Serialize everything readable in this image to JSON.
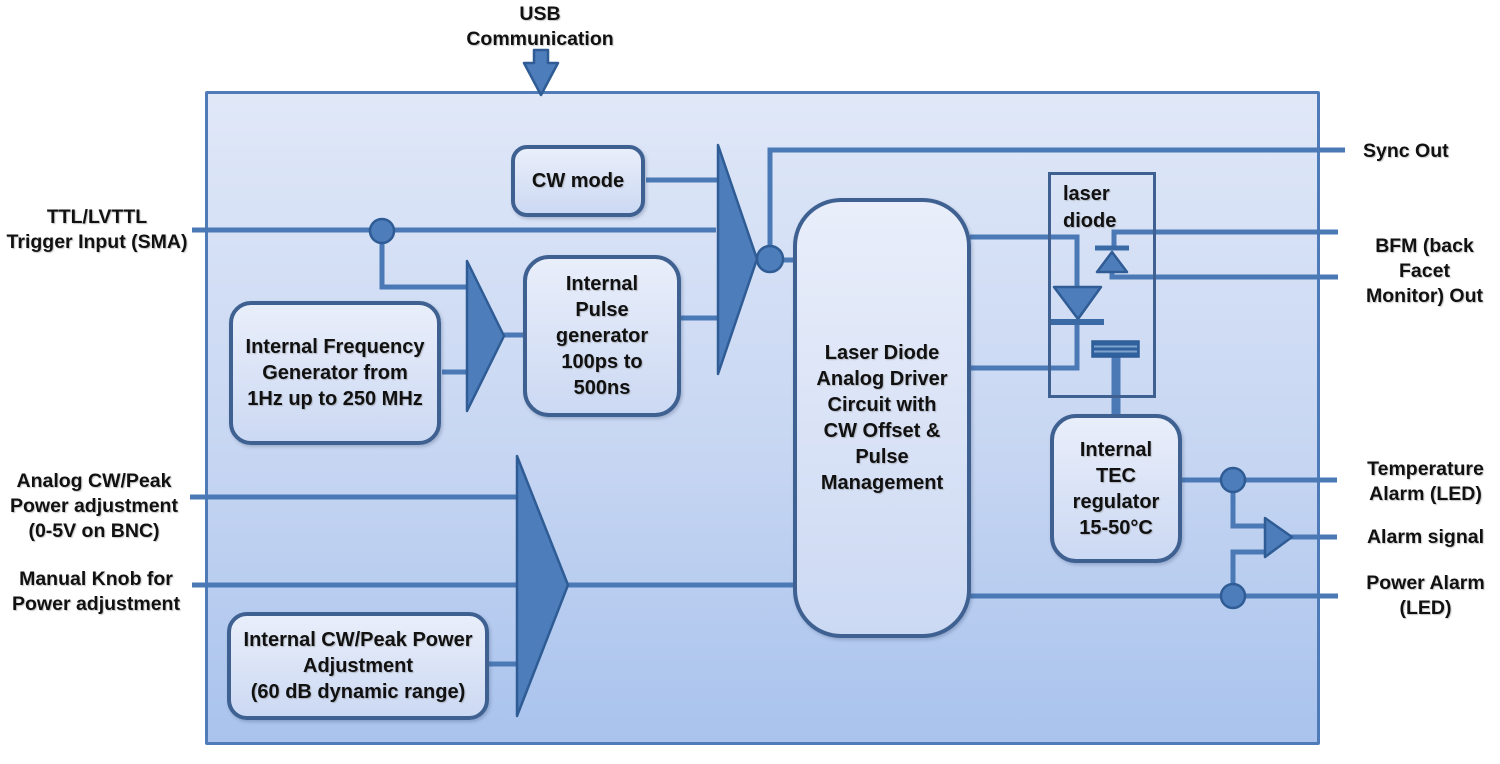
{
  "colors": {
    "wire": "#4a79b6",
    "shape_fill": "#4d7dba",
    "shape_border": "#2f5c95",
    "block_border": "#3e6191",
    "block_fill_top": "#e9eefa",
    "block_fill_bottom": "#ccd9f3",
    "panel_fill_top": "#e0e8f8",
    "panel_fill_bottom": "#a9c3ed",
    "panel_border": "#4f7cb8",
    "text": "#111111"
  },
  "external_labels": {
    "usb_communication": "USB\nCommunication",
    "trigger_input": "TTL/LVTTL\nTrigger Input (SMA)",
    "analog_power_adjustment": "Analog CW/Peak\nPower adjustment\n(0-5V on BNC)",
    "manual_knob": "Manual Knob for\nPower adjustment",
    "sync_out": "Sync Out",
    "bfm_out": "BFM (back Facet\nMonitor) Out",
    "temperature_alarm": "Temperature\nAlarm (LED)",
    "alarm_signal": "Alarm signal",
    "power_alarm": "Power Alarm\n(LED)"
  },
  "blocks": {
    "cw_mode": "CW mode",
    "frequency_generator": "Internal Frequency\nGenerator from\n1Hz up to 250 MHz",
    "pulse_generator": "Internal\nPulse\ngenerator\n100ps to\n500ns",
    "driver": "Laser Diode\nAnalog Driver\nCircuit with\nCW Offset &\nPulse\nManagement",
    "laser_diode": "laser\ndiode",
    "tec_regulator": "Internal\nTEC\nregulator\n15-50°C",
    "cw_peak_adjustment": "Internal CW/Peak Power\nAdjustment\n(60 dB dynamic range)"
  }
}
